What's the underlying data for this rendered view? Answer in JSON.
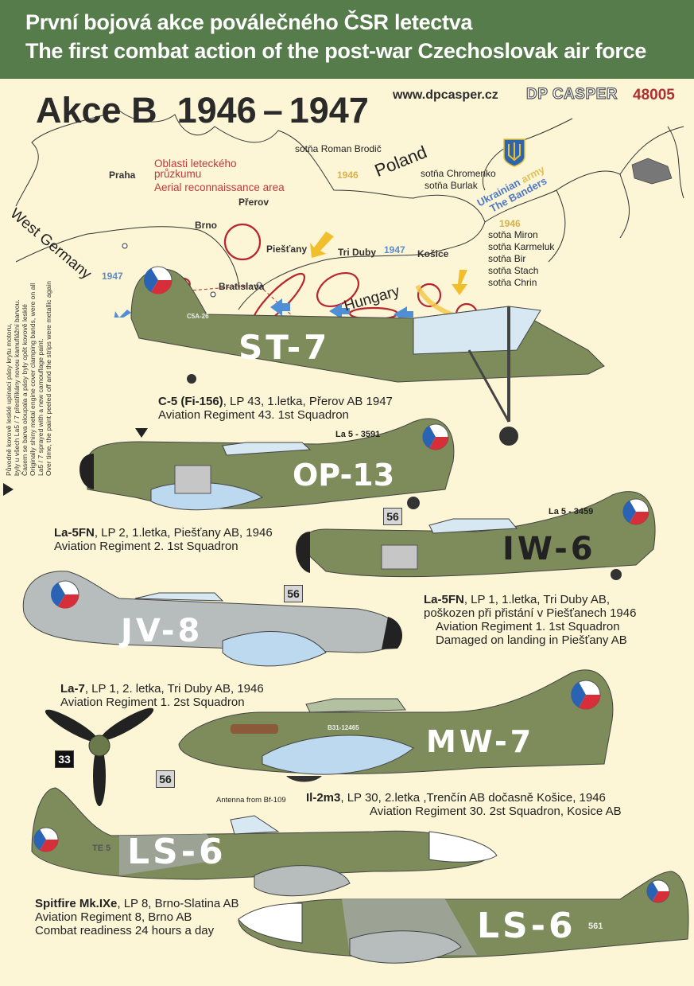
{
  "header": {
    "line_cs": "První bojová akce poválečného ČSR letectva",
    "line_en": "The first combat action of the post-war Czechoslovak air force"
  },
  "title": {
    "name": "Akce B",
    "year_from": "1946",
    "dash": "–",
    "year_to": "1947"
  },
  "brand": {
    "url": "www.dpcasper.cz",
    "logo": "DP CASPER",
    "code": "48005"
  },
  "map": {
    "cities": {
      "praha": "Praha",
      "brno": "Brno",
      "prerov": "Přerov",
      "piestany": "Piešťany",
      "tri_duby": "Tri Duby",
      "kosice": "Košice",
      "bratislava": "Bratislava"
    },
    "countries": {
      "poland": "Poland",
      "hungary": "Hungary",
      "west_germany": "West Germany"
    },
    "recon_cs_1": "Oblasti leteckého",
    "recon_cs_2": "průzkumu",
    "recon_en": "Aerial reconnaissance area",
    "sotna_brodic": "sotňa Roman Brodič",
    "year_gold_1": "1946",
    "year_gold_2": "1946",
    "year_blue_1": "1947",
    "year_blue_2": "1947",
    "sotna_chromenko": "sotňa Chromenko",
    "sotna_burlak": "sotňa Burlak",
    "ukrainian_army_1": "Ukrainian",
    "ukrainian_army_2": "army",
    "banders": "The Banders",
    "sotnas": [
      "sotňa Miron",
      "sotňa Karmeluk",
      "sotňa Bir",
      "sotňa Stach",
      "sotňa Chrin"
    ]
  },
  "side_note": [
    "Původně kovově lesklé upínací pásy krytu motoru,",
    "byly u všech La5 / 7 přestříkány novou kamuflážní barvou.",
    "Časem se barva oloupala a pásy byly opět kovově lesklé",
    "Originally shiny metal engine cover clamping bands, were on all",
    "La5 / 7 sprayed with a new camouflage paint.",
    "Over time, the paint peeled off and the strips were metallic again"
  ],
  "aircraft": [
    {
      "type": "C-5 (Fi-156)",
      "details": ", LP 43, 1.letka, Přerov AB  1947",
      "lines": [
        "Aviation Regiment 43. 1st Squadron"
      ],
      "code": "ST-7",
      "serial": "C5A-26"
    },
    {
      "type": "La-5FN",
      "details": ", LP 2, 1.letka, Piešťany AB, 1946",
      "lines": [
        "Aviation Regiment 2. 1st Squadron"
      ],
      "code": "OP-13",
      "serial": "La 5 - 3591"
    },
    {
      "type": "La-5FN",
      "details": ", LP 1, 1.letka, Tri Duby AB,",
      "lines": [
        "poškozen při přistání v Piešťanech 1946",
        "Aviation Regiment 1. 1st Squadron",
        "Damaged on landing in Piešťany AB"
      ],
      "code": "IW-6",
      "serial": "La 5 - 3459",
      "box": "56"
    },
    {
      "type": "La-7",
      "details": ", LP 1, 2. letka, Tri Duby AB, 1946",
      "lines": [
        "Aviation Regiment 1. 2st Squadron"
      ],
      "code": "JV-8",
      "box": "56"
    },
    {
      "type": "Il-2m3",
      "details": ", LP 30, 2.letka ,Trenčín AB dočasně Košice, 1946",
      "lines": [
        "Aviation Regiment 30. 2st Squadron, Kosice AB"
      ],
      "code": "MW-7",
      "serial": "B31-12465",
      "box": "56",
      "note": "Antenna from Bf-109"
    },
    {
      "type": "Spitfire Mk.IXe",
      "details": ", LP 8, Brno-Slatina AB",
      "lines": [
        "Aviation Regiment 8, Brno AB",
        "Combat readiness 24 hours a day"
      ],
      "code": "LS-6",
      "serial": "TE 5"
    },
    {
      "code": "LS-6",
      "serial": "561"
    }
  ],
  "propeller_box": "33",
  "colors": {
    "header": "#557c4a",
    "background": "#fdf6d6",
    "olive": "#7d8c5a",
    "grey": "#b7bcbc",
    "blue_under": "#bcd9ef",
    "accent_red": "#b03030"
  }
}
